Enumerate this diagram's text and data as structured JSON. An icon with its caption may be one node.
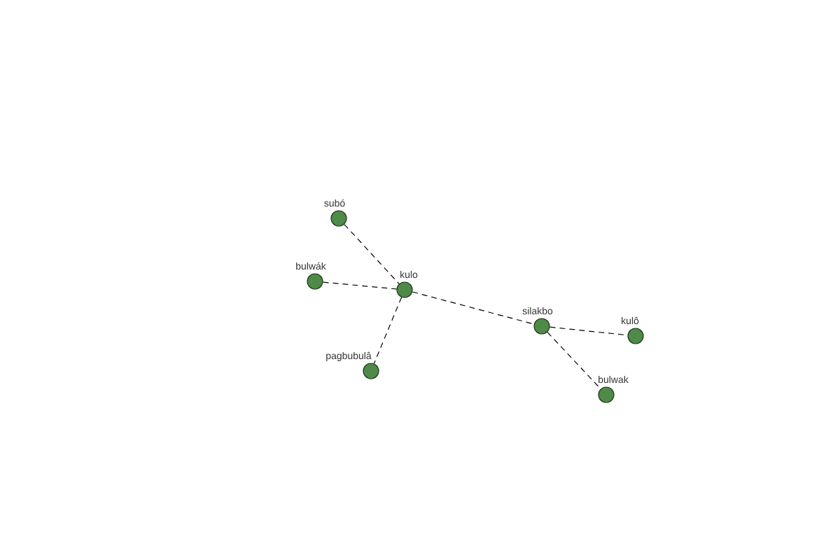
{
  "diagram": {
    "nodes": [
      {
        "text": [
          "subó"
        ]
      },
      {
        "text": [
          "bulwák"
        ]
      },
      {
        "text": [
          "kulo"
        ]
      },
      {
        "text": [
          "pagbubulâ"
        ]
      },
      {
        "text": [
          "silakbo"
        ]
      },
      {
        "text": [
          "kulô"
        ]
      },
      {
        "text": [
          "bulwak"
        ]
      }
    ],
    "edges": [
      {
        "from": 0,
        "to": 2,
        "arrow": "none",
        "style": "dashed"
      },
      {
        "from": 1,
        "to": 2,
        "arrow": "none",
        "style": "dashed"
      },
      {
        "from": 2,
        "to": 3,
        "arrow": "none",
        "style": "dashed"
      },
      {
        "from": 2,
        "to": 4,
        "arrow": "none",
        "style": "dashed"
      },
      {
        "from": 4,
        "to": 5,
        "arrow": "none",
        "style": "dashed"
      },
      {
        "from": 4,
        "to": 6,
        "arrow": "none",
        "style": "dashed"
      }
    ]
  }
}
